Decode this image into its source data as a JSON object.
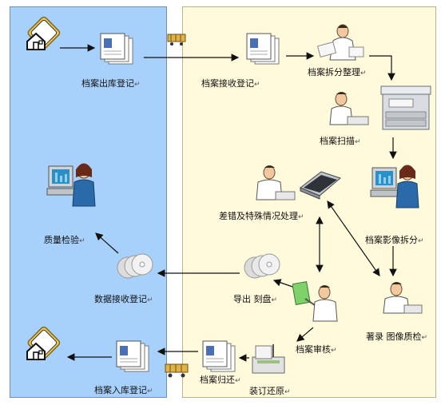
{
  "labels": {
    "archive_out": "档案出库登记",
    "archive_receive": "档案接收登记",
    "archive_split": "档案拆分整理",
    "archive_scan": "档案扫描",
    "error_handling": "差错及特殊情况处理",
    "image_split": "档案影像拆分",
    "quality_check": "质量检验",
    "data_receive": "数据接收登记",
    "export_burn": "导出 刻盘",
    "archive_review": "档案审核",
    "catalog_image_qc": "著录 图像质检",
    "archive_in": "档案入库登记",
    "archive_return": "档案归还",
    "binding_restore": "装订还原"
  },
  "paragraph_mark": "↵",
  "colors": {
    "left_panel": "#a7d0fb",
    "right_panel": "#fffadb",
    "house_badge": "#f2c94c",
    "arrow": "#111111"
  }
}
